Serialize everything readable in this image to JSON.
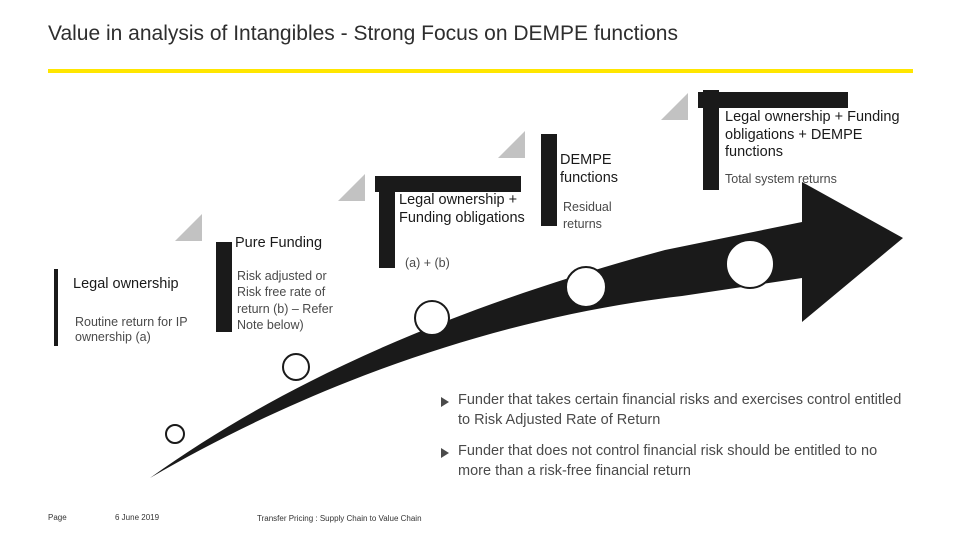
{
  "title": "Value in analysis of Intangibles - Strong Focus on DEMPE functions",
  "colors": {
    "accent": "#ffe600",
    "dark": "#1a1a1a",
    "grey": "#bfbfbf"
  },
  "steps": [
    {
      "heading": "Legal ownership",
      "detail": "Routine return for IP ownership (a)"
    },
    {
      "heading": "Pure Funding",
      "detail": "Risk adjusted or Risk free rate of return (b) – Refer Note below)"
    },
    {
      "heading": "Legal ownership + Funding obligations",
      "detail": "(a) + (b)"
    },
    {
      "heading": "DEMPE functions",
      "detail": "Residual returns"
    },
    {
      "heading": "Legal ownership + Funding obligations + DEMPE functions",
      "detail": "Total system returns"
    }
  ],
  "bullets": [
    "Funder that takes certain financial risks and exercises control entitled to Risk Adjusted Rate of Return",
    "Funder that does not control financial risk should be entitled to no more than a risk-free financial return"
  ],
  "bullet_icon": "triangle-right-icon",
  "footer": {
    "page": "Page",
    "date": "6 June 2019",
    "doc": "Transfer Pricing : Supply Chain to Value Chain"
  }
}
